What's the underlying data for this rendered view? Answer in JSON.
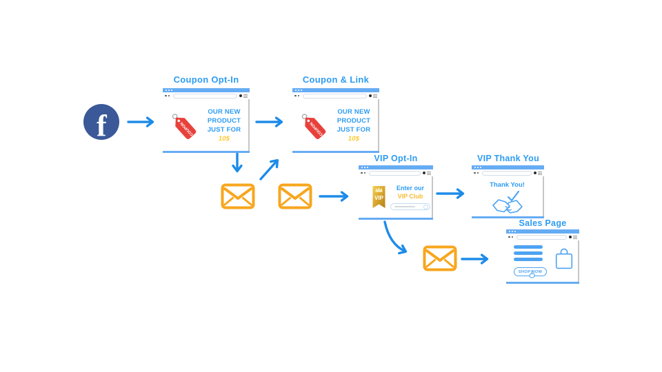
{
  "colors": {
    "accent_blue": "#1d8be8",
    "title_blue": "#2d9cf2",
    "chrome_blue": "#66acf4",
    "outline_blue": "#4da3f2",
    "facebook_blue": "#3b5998",
    "envelope_orange": "#f7a61e",
    "coupon_red": "#e8413c",
    "price_yellow": "#ffc62a",
    "vip_gold": "#d9a62e"
  },
  "facebook": {
    "letter": "f"
  },
  "windows": {
    "coupon_optin": {
      "title": "Coupon Opt-In",
      "tag_label": "COUPON",
      "line1": "OUR NEW",
      "line2": "PRODUCT",
      "line3": "JUST FOR",
      "price": "10$"
    },
    "coupon_link": {
      "title": "Coupon & Link",
      "tag_label": "COUPON",
      "line1": "OUR NEW",
      "line2": "PRODUCT",
      "line3": "JUST FOR",
      "price": "10$"
    },
    "vip_optin": {
      "title": "VIP Opt-In",
      "badge_label": "VIP",
      "line1": "Enter our",
      "line2": "VIP Club"
    },
    "vip_thank_you": {
      "title": "VIP Thank You",
      "message": "Thank You!"
    },
    "sales_page": {
      "title": "Sales Page",
      "button_label": "SHOP NOW"
    }
  }
}
